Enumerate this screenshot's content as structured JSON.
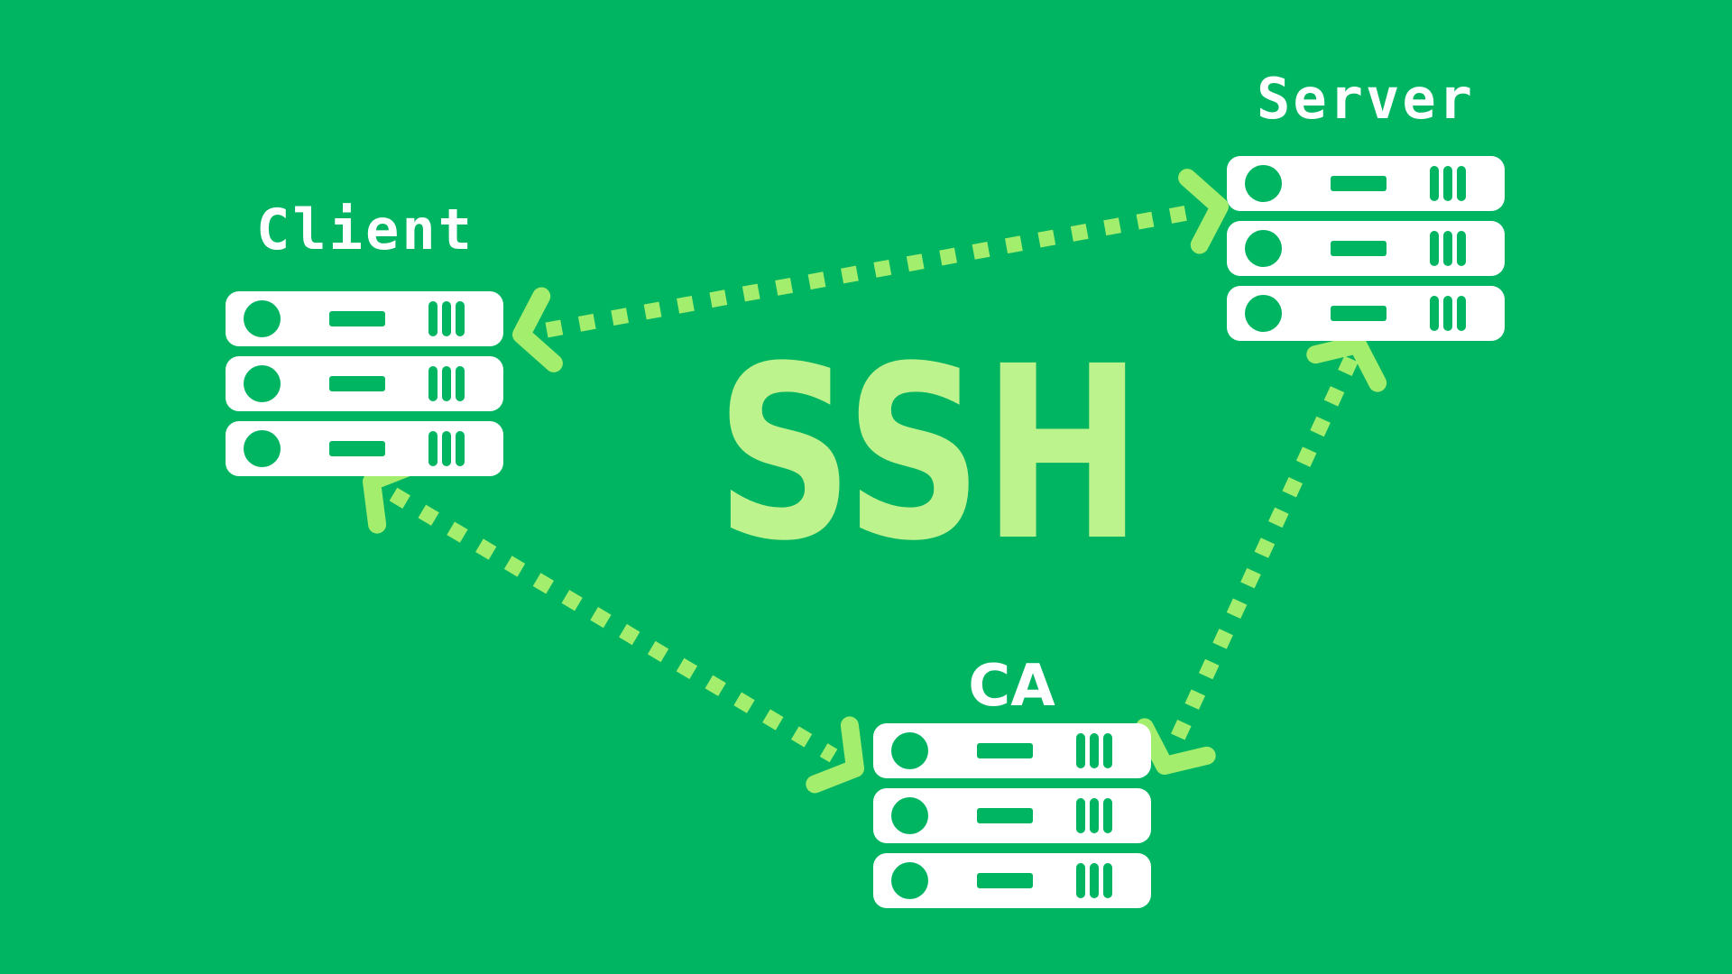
{
  "title": "SSH",
  "colors": {
    "background": "#00b562",
    "rack_fill": "#ffffff",
    "arrow_accent": "#a3ee6c",
    "title_accent": "#bdf38d",
    "label_text": "#ffffff"
  },
  "nodes": {
    "client": {
      "label": "Client",
      "icon": "server-rack-icon",
      "rack_units": 3
    },
    "server": {
      "label": "Server",
      "icon": "server-rack-icon",
      "rack_units": 3
    },
    "ca": {
      "label": "CA",
      "icon": "server-rack-icon",
      "rack_units": 3
    }
  },
  "connections": [
    {
      "from": "Client",
      "to": "Server",
      "style": "dotted",
      "bidirectional": true
    },
    {
      "from": "Client",
      "to": "CA",
      "style": "dotted",
      "bidirectional": true
    },
    {
      "from": "Server",
      "to": "CA",
      "style": "dotted",
      "bidirectional": true
    }
  ]
}
